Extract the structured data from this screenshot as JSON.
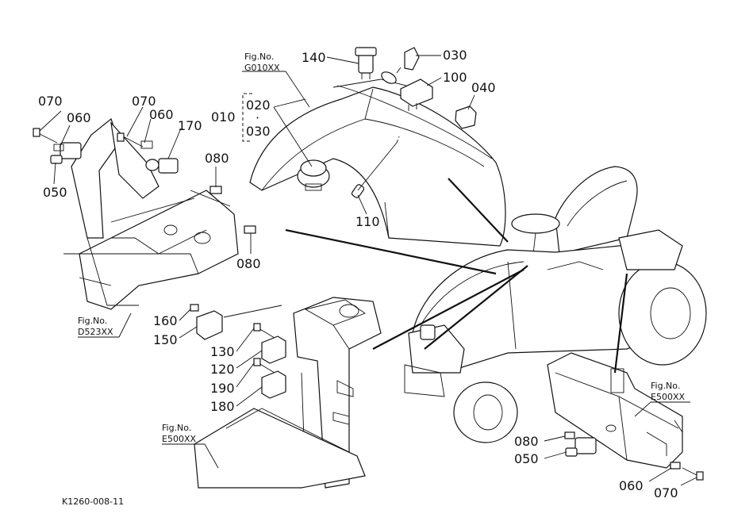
{
  "drawing_code": "K1260-008-11",
  "fig_refs": {
    "g010": {
      "label": "Fig.No.",
      "number": "G010XX"
    },
    "d523": {
      "label": "Fig.No.",
      "number": "D523XX"
    },
    "e500_left": {
      "label": "Fig.No.",
      "number": "E500XX"
    },
    "e500_right": {
      "label": "Fig.No.",
      "number": "E500XX"
    }
  },
  "callouts": {
    "c140": "140",
    "c030_top": "030",
    "c100": "100",
    "c040": "040",
    "c010": "010",
    "c020": "020",
    "c030_sub": "030",
    "c110": "110",
    "c070_a": "070",
    "c060_a": "060",
    "c050_a": "050",
    "c070_b": "070",
    "c060_b": "060",
    "c170": "170",
    "c080_a": "080",
    "c080_b": "080",
    "c160": "160",
    "c150": "150",
    "c130": "130",
    "c120": "120",
    "c190": "190",
    "c180": "180",
    "c080_c": "080",
    "c050_b": "050",
    "c060_c": "060",
    "c070_c": "070"
  },
  "icons": [
    "mower-icon",
    "bolt-icon",
    "switch-icon",
    "relay-icon",
    "bracket-icon"
  ]
}
